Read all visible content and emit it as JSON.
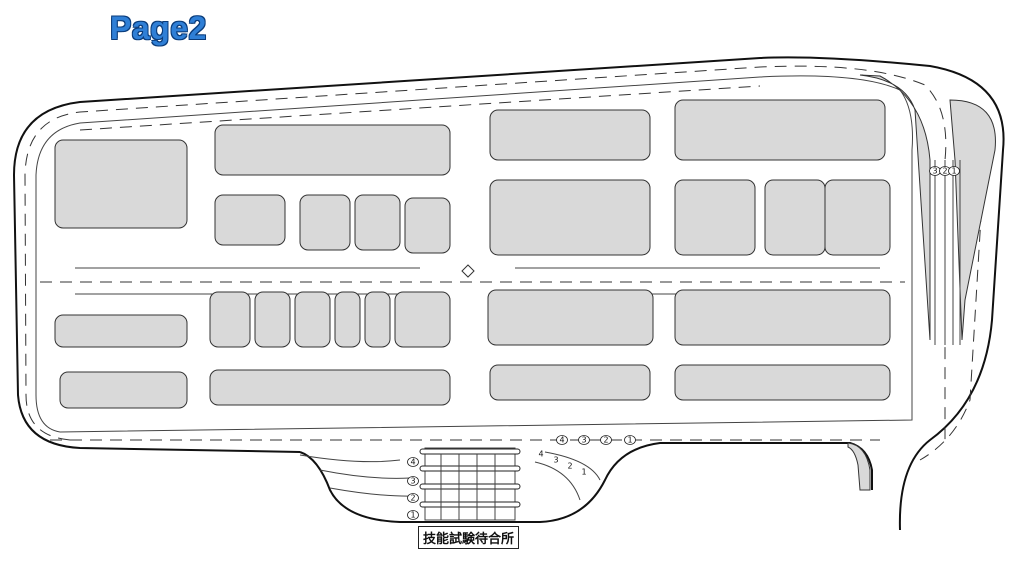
{
  "page_title": "Page2",
  "waiting_area_label": "技能試験待合所",
  "bottom_lane_numbers": [
    "4",
    "3",
    "2",
    "1"
  ],
  "waiting_lane_numbers": [
    "4",
    "3",
    "2",
    "1"
  ],
  "curve_lane_numbers": [
    "4",
    "3",
    "2",
    "1"
  ],
  "right_lane_numbers": [
    "3",
    "2",
    "1"
  ],
  "colors": {
    "title": "#2f7fd6",
    "block": "#d9d9d9",
    "line": "#333333"
  }
}
